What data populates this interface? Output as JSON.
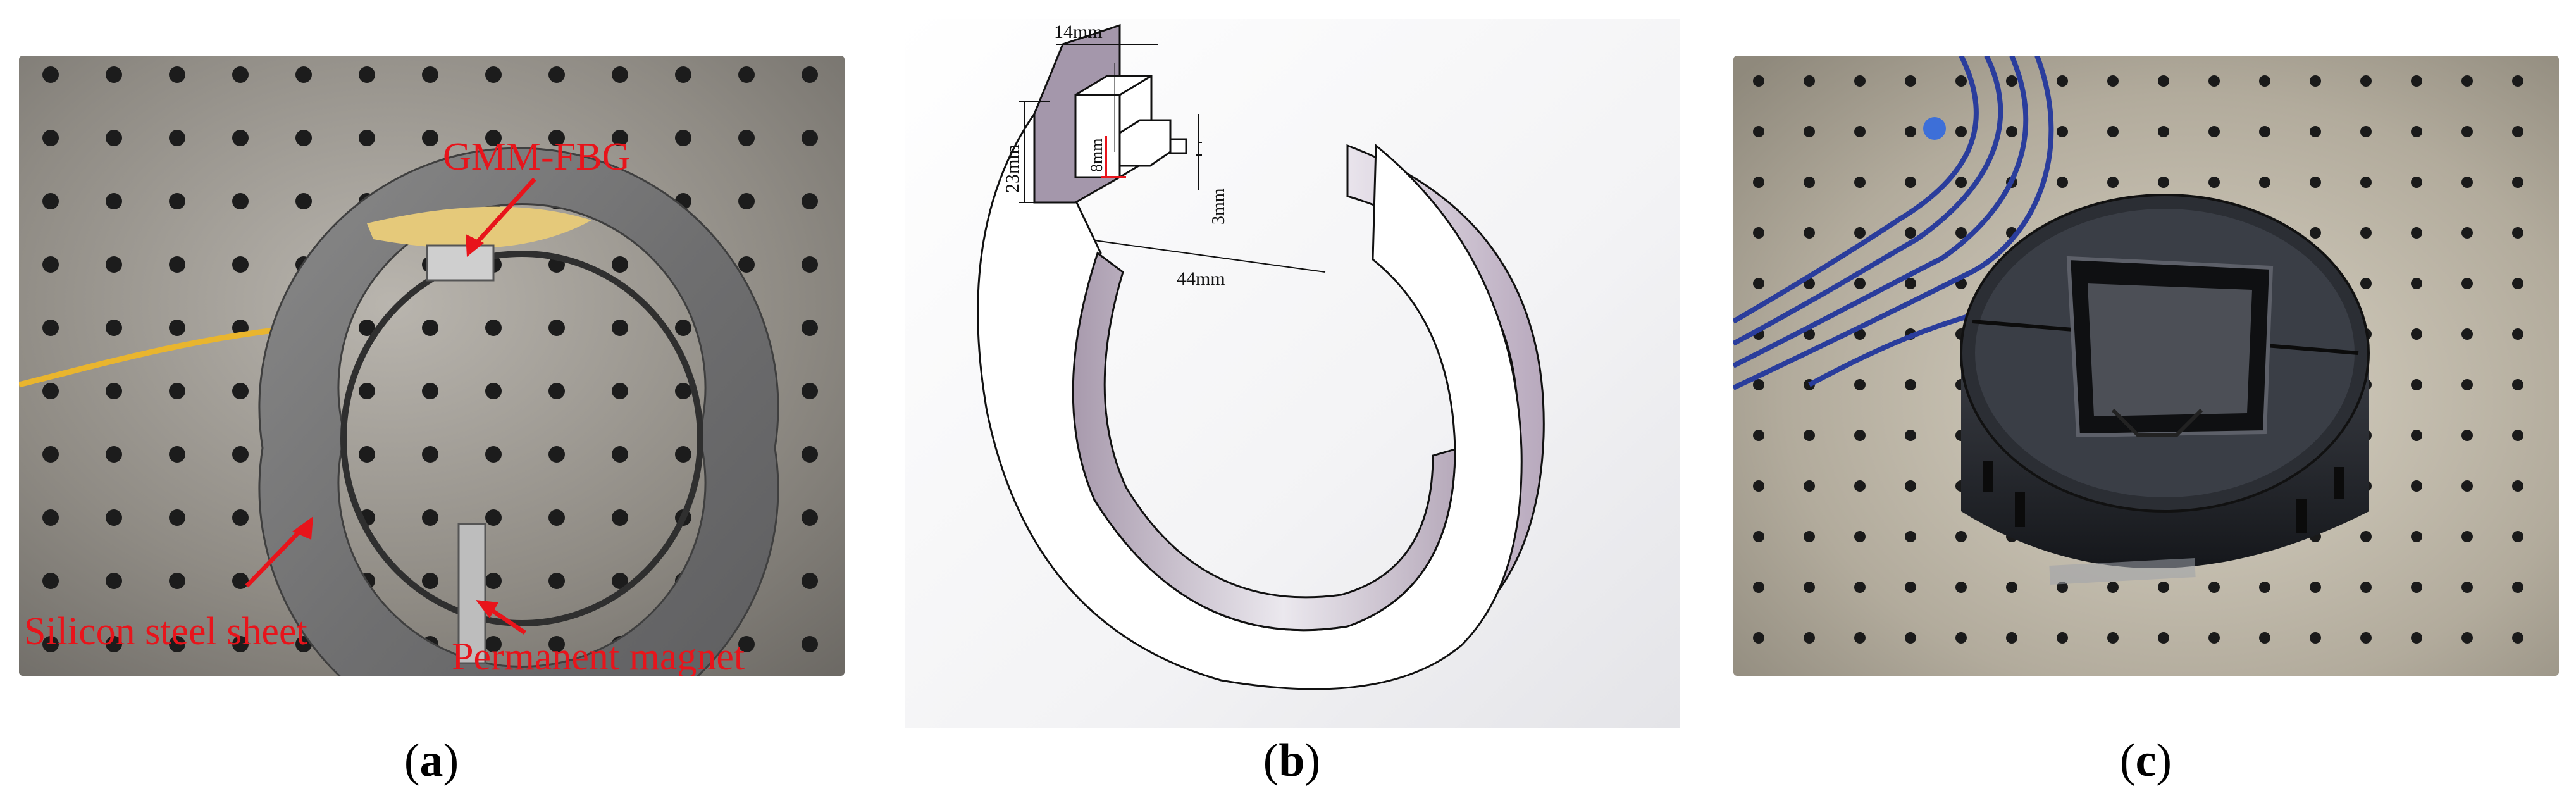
{
  "figure": {
    "panels": [
      {
        "id": "a",
        "caption_open": "(",
        "caption_letter": "a",
        "caption_close": ")",
        "labels": {
          "sensor": "GMM-FBG",
          "sheet": "Silicon steel sheet",
          "magnet": "Permanent magnet"
        },
        "label_color": "#e8141b"
      },
      {
        "id": "b",
        "caption_open": "(",
        "caption_letter": "b",
        "caption_close": ")",
        "dimensions": {
          "width": "14mm",
          "height": "23mm",
          "block": "8mm",
          "tip": "3mm",
          "gap": "44mm"
        }
      },
      {
        "id": "c",
        "caption_open": "(",
        "caption_letter": "c",
        "caption_close": ")"
      }
    ]
  }
}
